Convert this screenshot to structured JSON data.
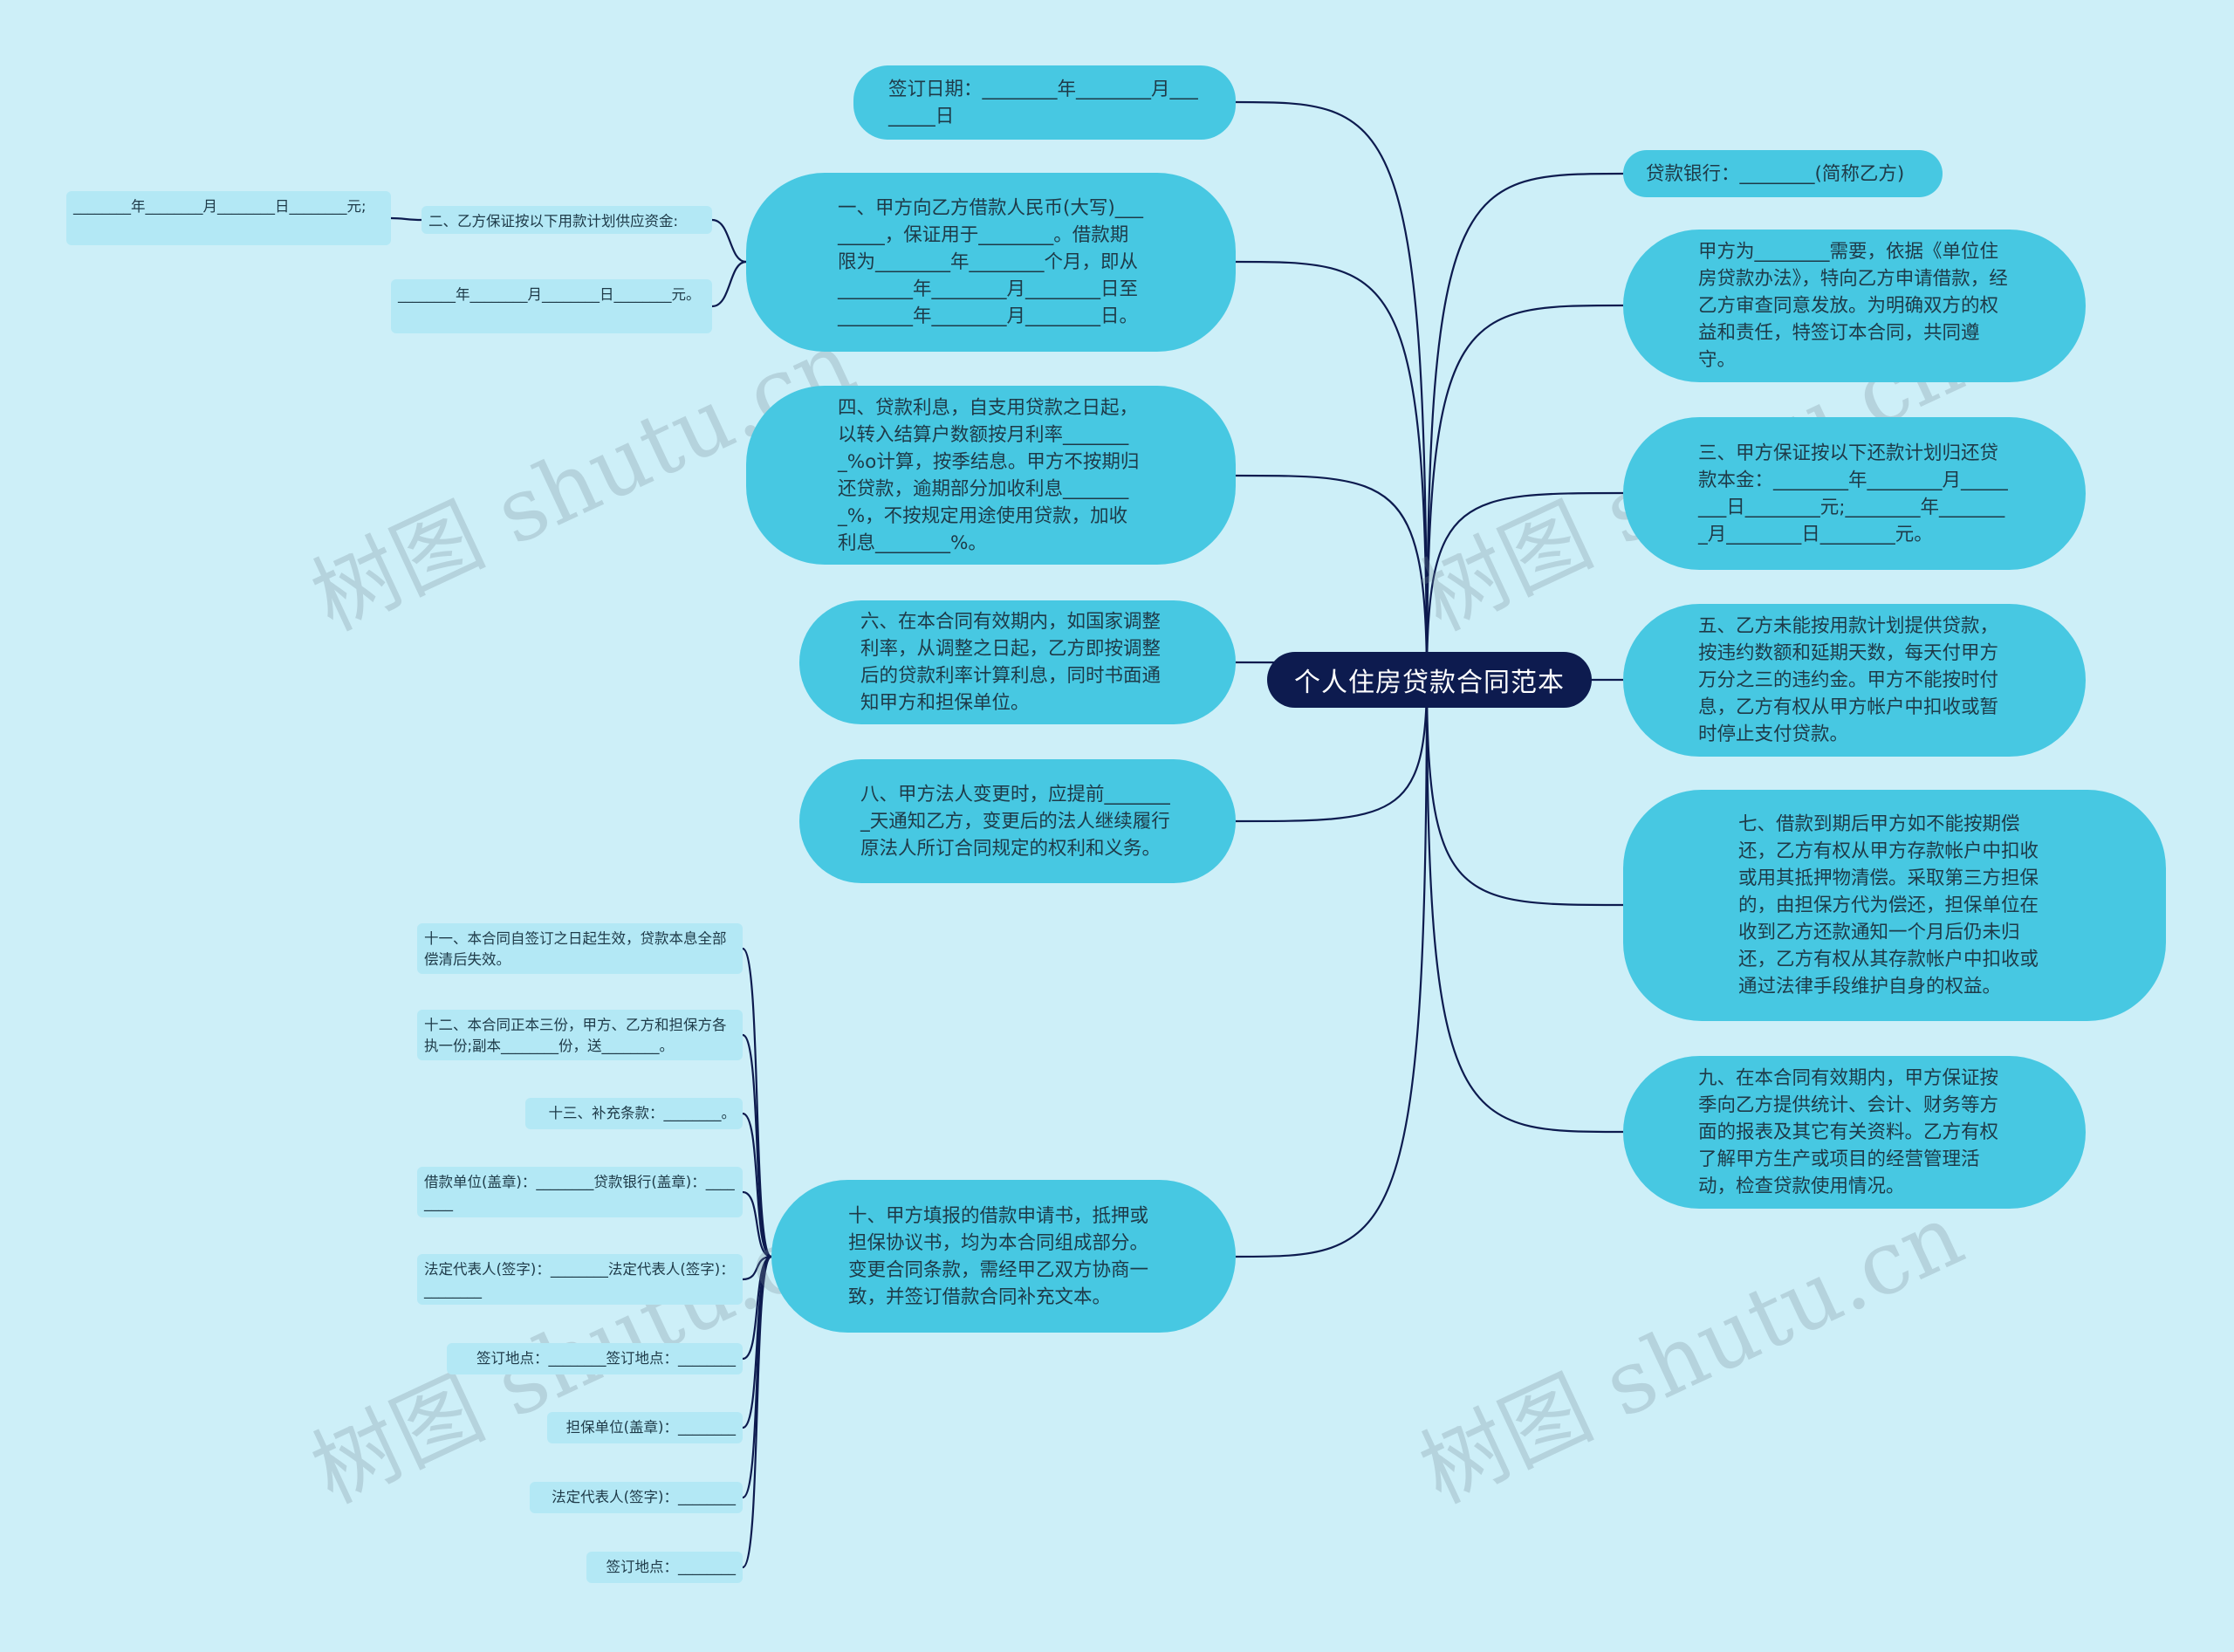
{
  "root": {
    "label": "个人住房贷款合同范本"
  },
  "branches": {
    "date": "签订日期：________年________月________日",
    "art1": "一、甲方向乙方借款人民币(大写)________，保证用于________。借款期限为________年________个月，即从________年________月________日至________年________月________日。",
    "art4": "四、贷款利息，自支用贷款之日起，以转入结算户数额按月利率________%o计算，按季结息。甲方不按期归还贷款，逾期部分加收利息________%，不按规定用途使用贷款，加收利息________%。",
    "art6": "六、在本合同有效期内，如国家调整利率，从调整之日起，乙方即按调整后的贷款利率计算利息，同时书面通知甲方和担保单位。",
    "art8": "八、甲方法人变更时，应提前________天通知乙方，变更后的法人继续履行原法人所订合同规定的权利和义务。",
    "art10": "十、甲方填报的借款申请书，抵押或担保协议书，均为本合同组成部分。变更合同条款，需经甲乙双方协商一致，并签订借款合同补充文本。",
    "bank": "贷款银行：________(简称乙方)",
    "intro": "甲方为________需要，依据《单位住房贷款办法》，特向乙方申请借款，经乙方审查同意发放。为明确双方的权益和责任，特签订本合同，共同遵守。",
    "art3": "三、甲方保证按以下还款计划归还贷款本金：________年________月________日________元;________年________月________日________元。",
    "art5": "五、乙方未能按用款计划提供贷款，按违约数额和延期天数，每天付甲方万分之三的违约金。甲方不能按时付息，乙方有权从甲方帐户中扣收或暂时停止支付贷款。",
    "art7": "七、借款到期后甲方如不能按期偿还，乙方有权从甲方存款帐户中扣收或用其抵押物清偿。采取第三方担保的，由担保方代为偿还，担保单位在收到乙方还款通知一个月后仍未归还，乙方有权从其存款帐户中扣收或通过法律手段维护自身的权益。",
    "art9": "九、在本合同有效期内，甲方保证按季向乙方提供统计、会计、财务等方面的报表及其它有关资料。乙方有权了解甲方生产或项目的经营管理活动，检查贷款使用情况。"
  },
  "leaves": {
    "art2": "二、乙方保证按以下用款计划供应资金:",
    "art2_a": "________年________月________日________元;",
    "art2_b": "________年________月________日________元。",
    "art11": "十一、本合同自签订之日起生效，贷款本息全部偿清后失效。",
    "art12": "十二、本合同正本三份，甲方、乙方和担保方各执一份;副本________份，送________。",
    "art13": "十三、补充条款：________。",
    "sig1": "借款单位(盖章)：________贷款银行(盖章)：________",
    "sig2": "法定代表人(签字)：________法定代表人(签字)：________",
    "sig3": "签订地点：________签订地点：________",
    "sig4": "担保单位(盖章)：________",
    "sig5": "法定代表人(签字)：________",
    "sig6": "签订地点：________"
  },
  "watermark": "树图 shutu.cn",
  "colors": {
    "background": "#cdeff8",
    "root": "#0d1b4f",
    "branch": "#47c8e2",
    "leaf": "#b3e8f5",
    "link": "#0d1b4f"
  }
}
